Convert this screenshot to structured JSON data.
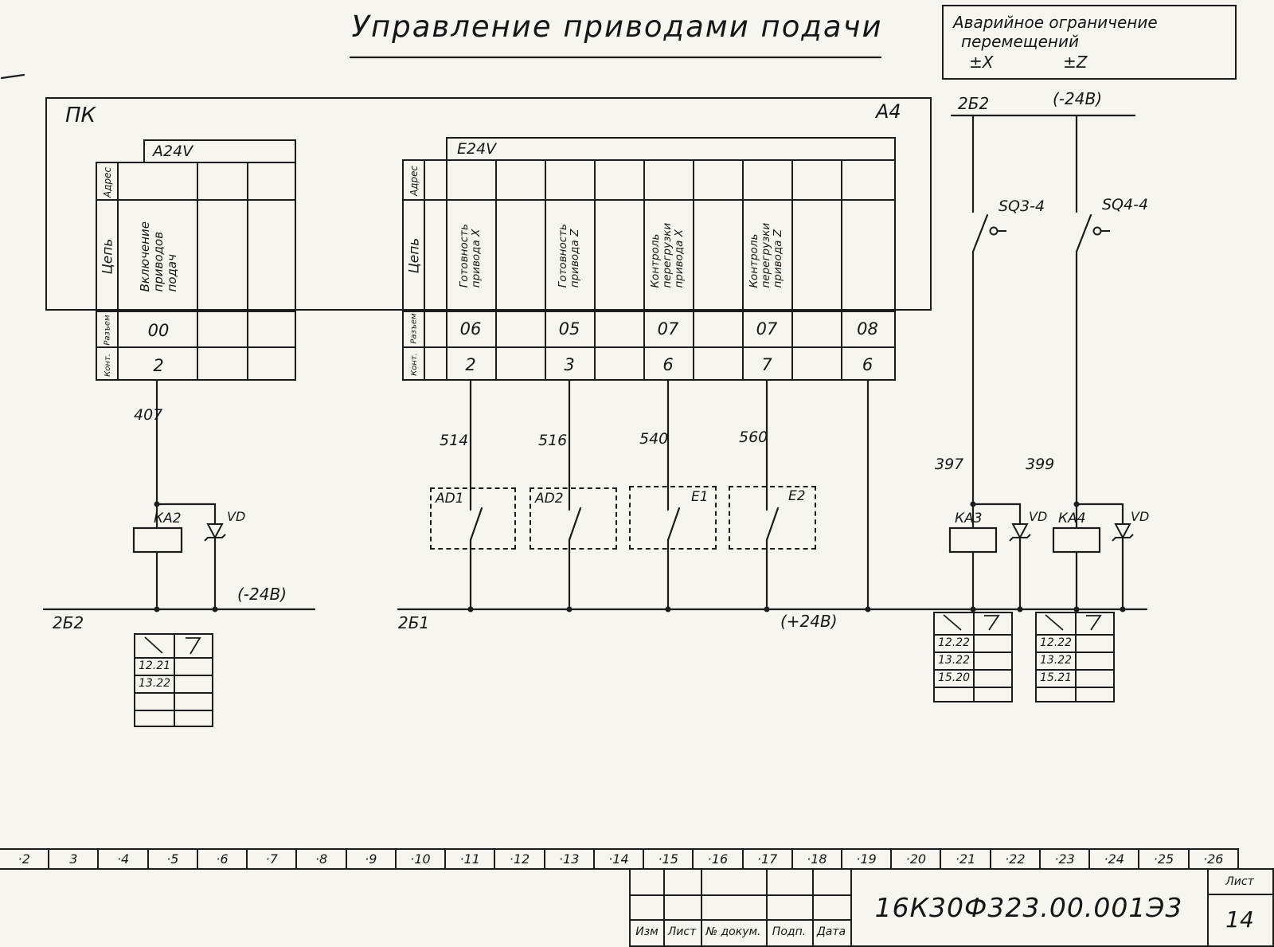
{
  "header": {
    "title": "Управление приводами подачи",
    "emergency": {
      "line1": "Аварийное ограничение",
      "line2": "перемещений",
      "x": "±X",
      "z": "±Z"
    }
  },
  "module": {
    "pk": "ПК",
    "a4": "А4"
  },
  "a24v": {
    "title": "A24V",
    "labels": {
      "address": "Адрес",
      "circuit": "Цепь",
      "connector": "Разъем",
      "contact": "Конт."
    },
    "signal": {
      "l1": "Включение",
      "l2": "приводов",
      "l3": "подач"
    },
    "connector": "00",
    "contact": "2"
  },
  "e24v": {
    "title": "E24V",
    "labels": {
      "address": "Адрес",
      "circuit": "Цепь",
      "connector": "Разъем",
      "contact": "Конт."
    },
    "signals": [
      {
        "l1": "Готовность",
        "l2": "привода X",
        "l3": ""
      },
      {
        "l1": "Готовность",
        "l2": "привода Z",
        "l3": ""
      },
      {
        "l1": "Контроль",
        "l2": "перегрузки",
        "l3": "привода X"
      },
      {
        "l1": "Контроль",
        "l2": "перегрузки",
        "l3": "привода Z"
      }
    ],
    "connectors": [
      "06",
      "05",
      "07",
      "07",
      "08"
    ],
    "contacts": [
      "2",
      "3",
      "6",
      "7",
      "6"
    ]
  },
  "wires": {
    "w407": "407",
    "w514": "514",
    "w516": "516",
    "w540": "540",
    "w560": "560",
    "w397": "397",
    "w399": "399"
  },
  "optocontacts": {
    "ad1": "AD1",
    "ad2": "AD2",
    "e1": "E1",
    "e2": "E2"
  },
  "relays": {
    "ka2": "КА2",
    "ka3": "КА3",
    "ka4": "КА4",
    "vd": "VD"
  },
  "buses": {
    "neg_left": {
      "name": "2Б2",
      "voltage": "(-24В)"
    },
    "pos": {
      "name": "2Б1",
      "voltage": "(+24В)"
    },
    "neg_top": {
      "name": "2Б2",
      "voltage": "(-24В)"
    }
  },
  "switches": {
    "sq3": "SQ3-4",
    "sq4": "SQ4-4"
  },
  "xref": {
    "ka2": [
      "12.21",
      "13.22",
      "",
      ""
    ],
    "ka3": [
      "12.22",
      "13.22",
      "15.20"
    ],
    "ka4": [
      "12.22",
      "13.22",
      "15.21"
    ]
  },
  "ruler": [
    "·2",
    "3",
    "·4",
    "·5",
    "·6",
    "·7",
    "·8",
    "·9",
    "·10",
    "·11",
    "·12",
    "·13",
    "·14",
    "·15",
    "·16",
    "·17",
    "·18",
    "·19",
    "·20",
    "·21",
    "·22",
    "·23",
    "·24",
    "·25",
    "·26"
  ],
  "titleblock": {
    "izm": "Изм",
    "list": "Лист",
    "doc": "№ докум.",
    "podp": "Подп.",
    "data": "Дата",
    "number": "16К30Ф323.00.001Э3",
    "sheet_label": "Лист",
    "sheet": "14"
  }
}
